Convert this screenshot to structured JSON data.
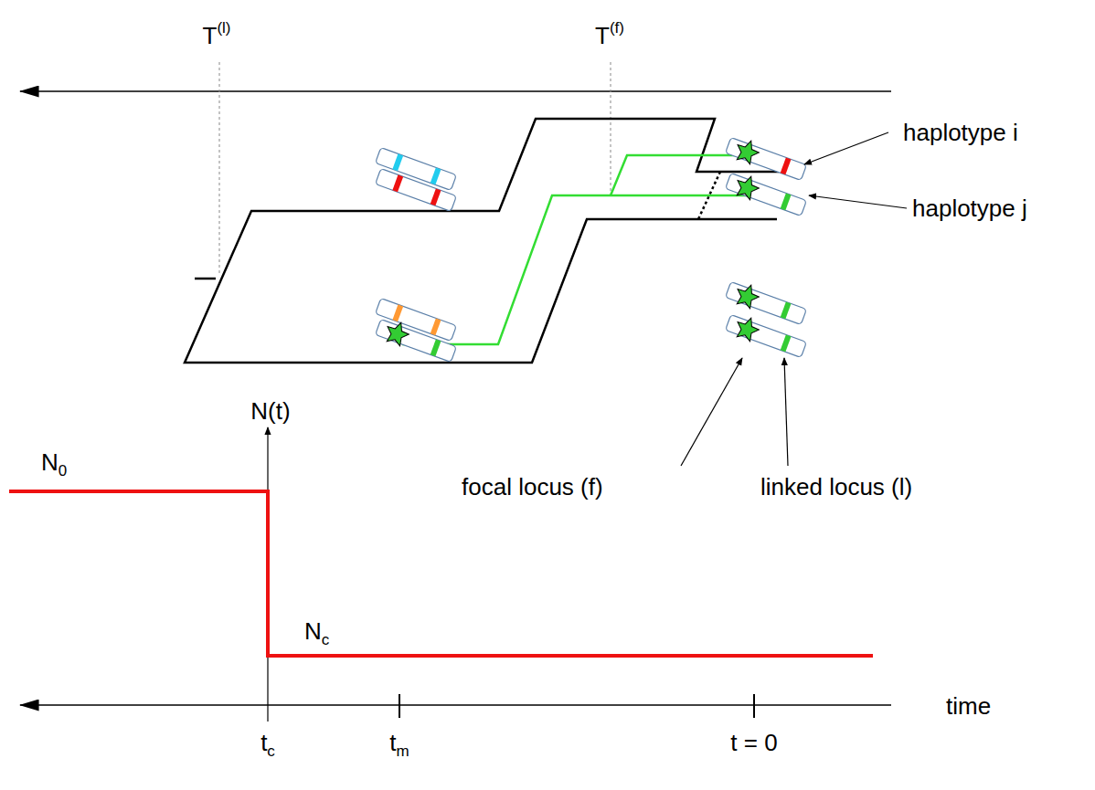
{
  "diagram": {
    "labels": [
      "T(l)",
      "T(f)",
      "haplotype i",
      "haplotype j",
      "focal locus (f)",
      "linked locus (l)",
      "N(t)",
      "N0",
      "Nc",
      "tc",
      "tm",
      "t = 0",
      "time"
    ]
  }
}
